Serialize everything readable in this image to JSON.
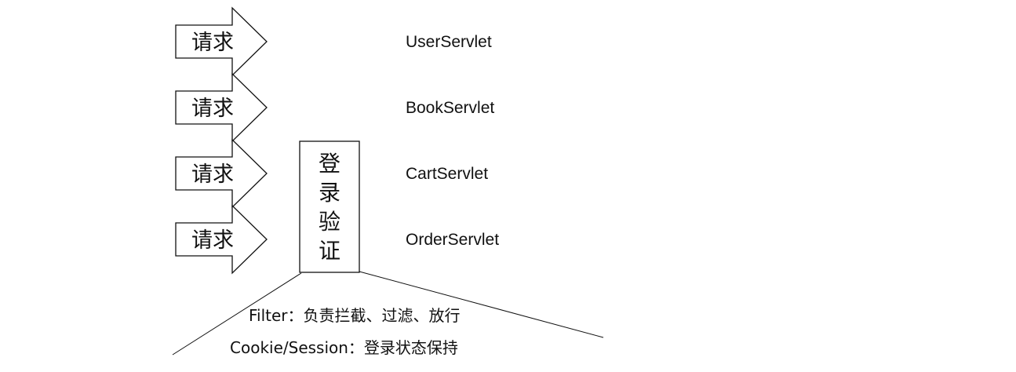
{
  "requests": [
    {
      "label": "请求"
    },
    {
      "label": "请求"
    },
    {
      "label": "请求"
    },
    {
      "label": "请求"
    }
  ],
  "servlets": [
    {
      "label": "UserServlet"
    },
    {
      "label": "BookServlet"
    },
    {
      "label": "CartServlet"
    },
    {
      "label": "OrderServlet"
    }
  ],
  "filter_box": {
    "chars": [
      "登",
      "录",
      "验",
      "证"
    ]
  },
  "notes": [
    {
      "text": "Filter：负责拦截、过滤、放行"
    },
    {
      "text": "Cookie/Session：登录状态保持"
    }
  ]
}
